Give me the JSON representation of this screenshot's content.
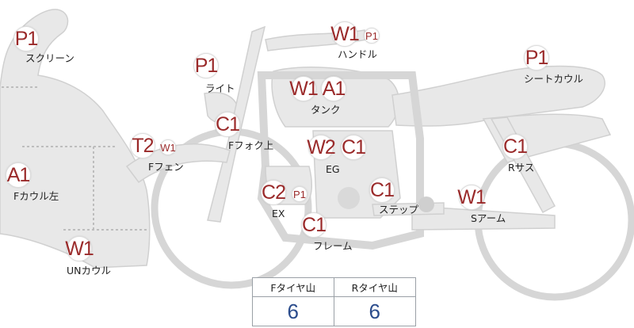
{
  "parts": {
    "screen": {
      "code": "P1",
      "label": "スクリーン"
    },
    "f_cowl_left": {
      "code": "A1",
      "label": "Fカウル左"
    },
    "un_cowl": {
      "code": "W1",
      "label": "UNカウル"
    },
    "light": {
      "code": "P1",
      "label": "ライト"
    },
    "f_fender": {
      "code": "T2",
      "sub": "W1",
      "label": "Fフェン"
    },
    "f_fork_upper": {
      "code": "C1",
      "label": "Fフォク上"
    },
    "handle": {
      "code": "W1",
      "sub": "P1",
      "label": "ハンドル"
    },
    "tank": {
      "codes": [
        "W1",
        "A1"
      ],
      "label": "タンク"
    },
    "eg": {
      "codes": [
        "W2",
        "C1"
      ],
      "label": "EG"
    },
    "ex": {
      "code": "C2",
      "sub": "P1",
      "label": "EX"
    },
    "step": {
      "code": "C1",
      "label": "ステップ"
    },
    "frame": {
      "code": "C1",
      "label": "フレーム"
    },
    "seat_cowl": {
      "code": "P1",
      "label": "シートカウル"
    },
    "r_sus": {
      "code": "C1",
      "label": "Rサス"
    },
    "s_arm": {
      "code": "W1",
      "label": "Sアーム"
    }
  },
  "tire_table": {
    "front_header": "Fタイヤ山",
    "rear_header": "Rタイヤ山",
    "front_value": "6",
    "rear_value": "6"
  },
  "colors": {
    "body_fill": "#e6e6e6",
    "outline": "#d2d2d2",
    "code_text": "#9a2a2a",
    "value_text": "#2b4c8c"
  }
}
